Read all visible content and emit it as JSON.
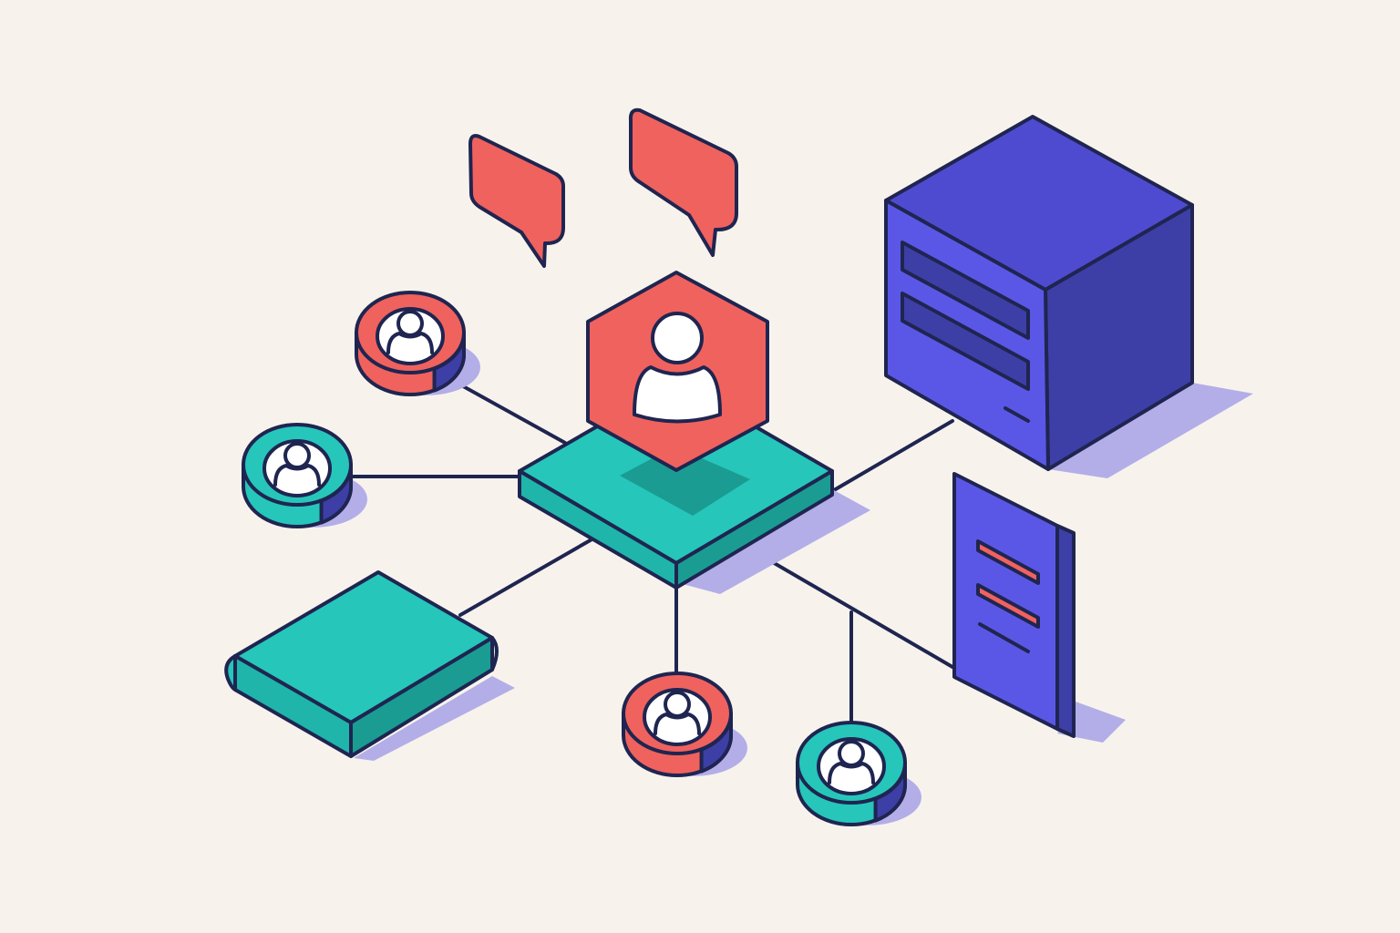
{
  "colors": {
    "background": "#f7f3ec",
    "outline": "#1f2550",
    "coral": "#f0625e",
    "teal": "#26c6bb",
    "teal_dark": "#1a9c93",
    "indigo": "#5b57e6",
    "indigo_dark": "#3d3fa6",
    "shadow": "#b3aee8",
    "white": "#ffffff"
  },
  "icons": [
    "speech-bubble-icon",
    "user-icon",
    "hexagon-user-icon",
    "server-icon",
    "document-icon",
    "book-icon",
    "platform-icon"
  ],
  "diagram": {
    "hub": {
      "kind": "platform",
      "badge": "hexagon-user-icon",
      "badge_color": "coral"
    },
    "nodes": [
      {
        "id": "user-top-left",
        "kind": "user-disc",
        "color": "coral"
      },
      {
        "id": "user-mid-left",
        "kind": "user-disc",
        "color": "teal"
      },
      {
        "id": "book",
        "kind": "book",
        "color": "teal"
      },
      {
        "id": "user-bottom-center",
        "kind": "user-disc",
        "color": "coral"
      },
      {
        "id": "user-bottom-right",
        "kind": "user-disc",
        "color": "teal"
      },
      {
        "id": "document",
        "kind": "document",
        "color": "indigo"
      },
      {
        "id": "server",
        "kind": "server",
        "color": "indigo"
      }
    ],
    "bubbles": [
      {
        "id": "bubble-left",
        "color": "coral"
      },
      {
        "id": "bubble-right",
        "color": "coral"
      }
    ]
  }
}
